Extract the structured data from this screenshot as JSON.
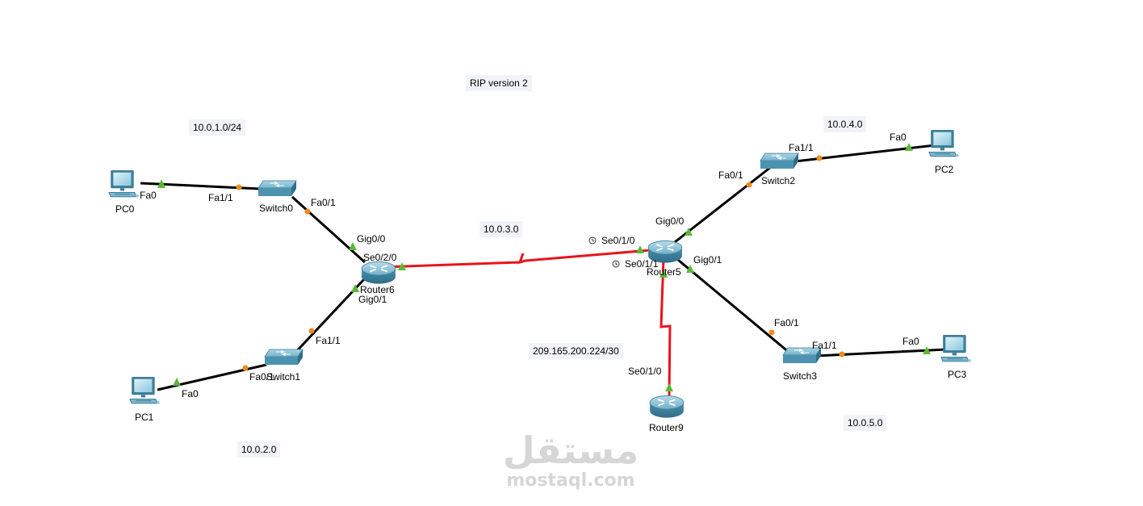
{
  "title_note": "RIP version 2",
  "networks": {
    "net1": "10.0.1.0/24",
    "net2": "10.0.2.0",
    "net3": "10.0.3.0",
    "net4": "10.0.4.0",
    "net5": "10.0.5.0",
    "wan": "209.165.200.224/30"
  },
  "devices": {
    "pc0": "PC0",
    "pc1": "PC1",
    "pc2": "PC2",
    "pc3": "PC3",
    "switch0": "Switch0",
    "switch1": "Switch1",
    "switch2": "Switch2",
    "switch3": "Switch3",
    "router6": "Router6",
    "router5": "Router5",
    "router9": "Router9"
  },
  "ports": {
    "pc0_fa0": "Fa0",
    "sw0_fa11": "Fa1/1",
    "sw0_fa01": "Fa0/1",
    "r6_gig00": "Gig0/0",
    "r6_se020": "Se0/2/0",
    "r6_gig01": "Gig0/1",
    "sw1_fa11": "Fa1/1",
    "sw1_fa01": "Fa0/1",
    "pc1_fa0": "Fa0",
    "r5_se010": "Se0/1/0",
    "r5_se011": "Se0/1/1",
    "r5_gig00": "Gig0/0",
    "r5_gig01": "Gig0/1",
    "sw2_fa01": "Fa0/1",
    "sw2_fa11": "Fa1/1",
    "pc2_fa0": "Fa0",
    "sw3_fa01": "Fa0/1",
    "sw3_fa11": "Fa1/1",
    "pc3_fa0": "Fa0",
    "r9_se010": "Se0/1/0"
  },
  "colors": {
    "copper_link": "#000000",
    "serial_link": "#e8151b",
    "port_up": "#5cb936",
    "port_blocking": "#f08a1d",
    "device_blue": "#5aa7c4"
  },
  "watermark": {
    "arabic": "مستقل",
    "latin": "mostaql.com"
  }
}
